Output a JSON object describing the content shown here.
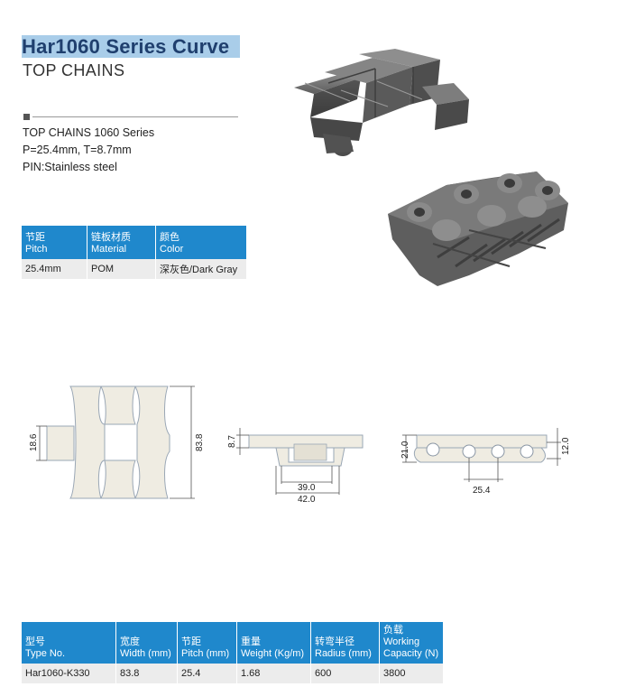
{
  "header": {
    "title": "Har1060 Series Curve",
    "subtitle": "TOP CHAINS"
  },
  "spec": {
    "line1": "TOP CHAINS 1060 Series",
    "line2": "P=25.4mm, T=8.7mm",
    "line3": "PIN:Stainless steel"
  },
  "material_table": {
    "headers": [
      {
        "cn": "节距",
        "en": "Pitch"
      },
      {
        "cn": "链板材质",
        "en": "Material"
      },
      {
        "cn": "颜色",
        "en": "Color"
      }
    ],
    "row": [
      "25.4mm",
      "POM",
      "深灰色/Dark Gray"
    ]
  },
  "dimensions": {
    "left_height": "18.6",
    "left_width": "83.8",
    "mid_thickness": "8.7",
    "mid_inner": "39.0",
    "mid_outer": "42.0",
    "right_height": "21.0",
    "right_small": "12.0",
    "right_pitch": "25.4"
  },
  "spec_table": {
    "headers": [
      {
        "cn": "型号",
        "en": "Type No."
      },
      {
        "cn": "宽度",
        "en": "Width (mm)"
      },
      {
        "cn": "节距",
        "en": "Pitch (mm)"
      },
      {
        "cn": "重量",
        "en": "Weight (Kg/m)"
      },
      {
        "cn": "转弯半径",
        "en": "Radius (mm)"
      },
      {
        "cn": "负载",
        "en": "Working Capacity (N)"
      }
    ],
    "row": [
      "Har1060-K330",
      "83.8",
      "25.4",
      "1.68",
      "600",
      "3800"
    ]
  },
  "colors": {
    "title_text": "#1f3f6e",
    "title_highlight": "#a9cde9",
    "table_header": "#1f88cc",
    "table_row": "#ececec",
    "chain_gray": "#6a6a6a",
    "drawing_fill": "#efece2"
  }
}
